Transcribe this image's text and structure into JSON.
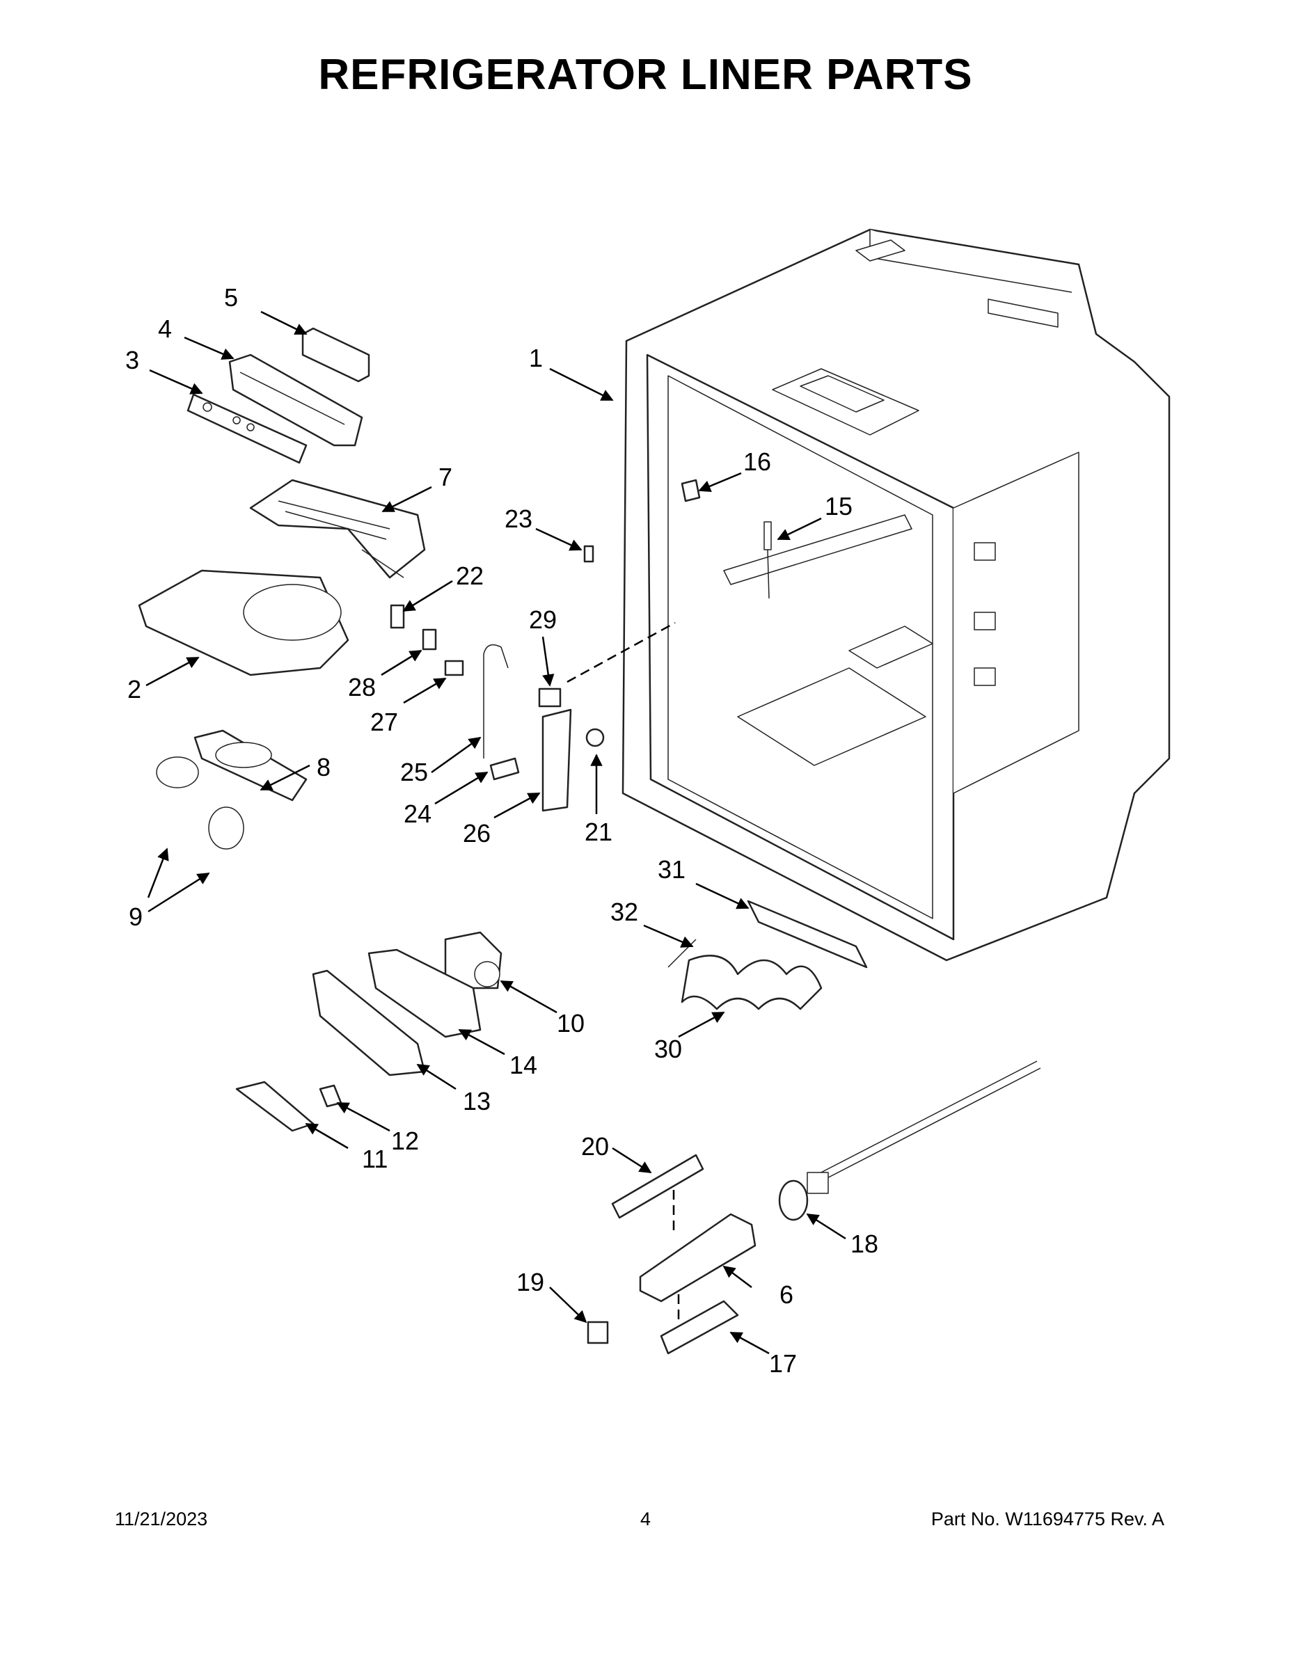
{
  "title": "REFRIGERATOR LINER PARTS",
  "callouts": {
    "c1": "1",
    "c2": "2",
    "c3": "3",
    "c4": "4",
    "c5": "5",
    "c6": "6",
    "c7": "7",
    "c8": "8",
    "c9": "9",
    "c10": "10",
    "c11": "11",
    "c12": "12",
    "c13": "13",
    "c14": "14",
    "c15": "15",
    "c16": "16",
    "c17": "17",
    "c18": "18",
    "c19": "19",
    "c20": "20",
    "c21": "21",
    "c22": "22",
    "c23": "23",
    "c24": "24",
    "c25": "25",
    "c26": "26",
    "c27": "27",
    "c28": "28",
    "c29": "29",
    "c30": "30",
    "c31": "31",
    "c32": "32"
  },
  "footer": {
    "date": "11/21/2023",
    "page": "4",
    "part_no": "Part No.  W11694775  Rev.  A"
  }
}
